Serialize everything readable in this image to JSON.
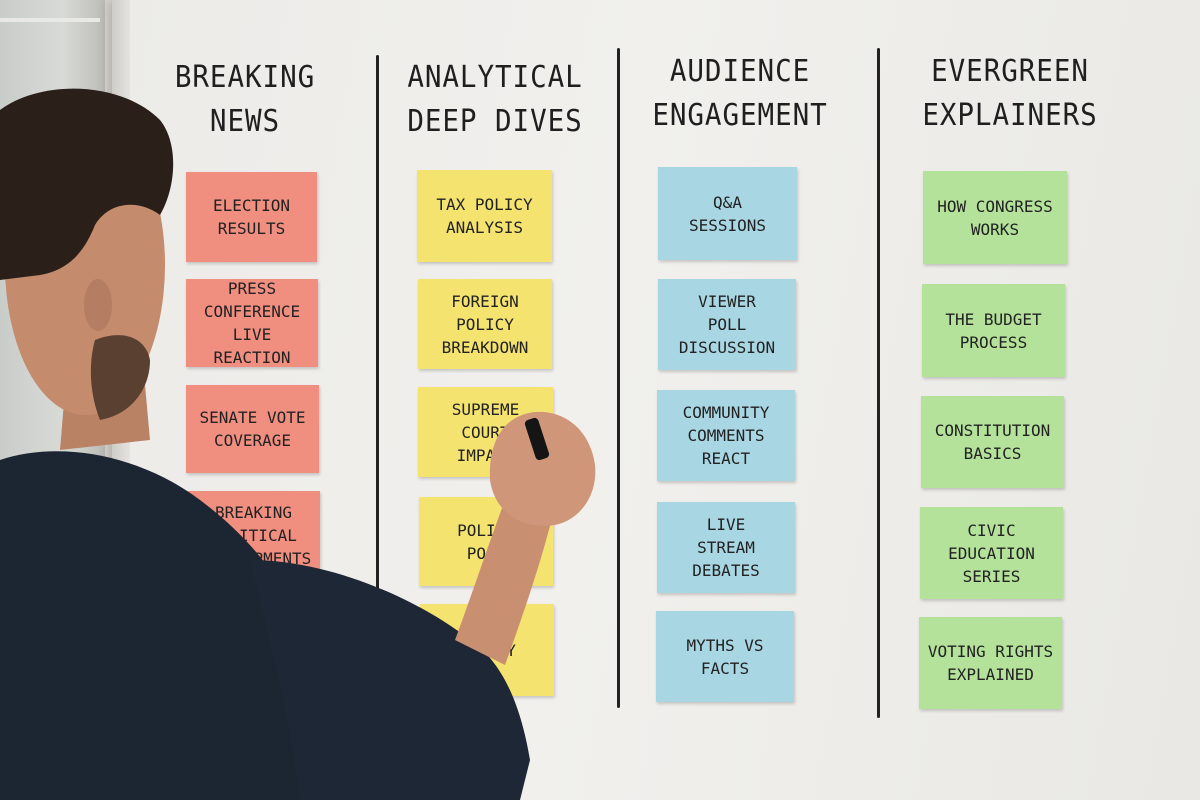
{
  "columns": [
    {
      "title_line1": "BREAKING",
      "title_line2": "NEWS",
      "notes": [
        "ELECTION\nRESULTS",
        "PRESS\nCONFERENCE\nLIVE REACTION",
        "SENATE VOTE\nCOVERAGE",
        "BREAKING\nPOLITICAL\nDEVELOPMENTS"
      ]
    },
    {
      "title_line1": "ANALYTICAL",
      "title_line2": "DEEP DIVES",
      "notes": [
        "TAX POLICY\nANALYSIS",
        "FOREIGN POLICY\nBREAKDOWN",
        "SUPREME COURT\nIMPACT",
        "POLICY\nPOLL",
        "POLICY"
      ]
    },
    {
      "title_line1": "AUDIENCE",
      "title_line2": "ENGAGEMENT",
      "notes": [
        "Q&A\nSESSIONS",
        "VIEWER\nPOLL\nDISCUSSION",
        "COMMUNITY\nCOMMENTS\nREACT",
        "LIVE\nSTREAM\nDEBATES",
        "MYTHS VS\nFACTS"
      ]
    },
    {
      "title_line1": "EVERGREEN",
      "title_line2": "EXPLAINERS",
      "notes": [
        "HOW CONGRESS\nWORKS",
        "THE BUDGET\nPROCESS",
        "CONSTITUTION\nBASICS",
        "CIVIC\nEDUCATION\nSERIES",
        "VOTING RIGHTS\nEXPLAINED"
      ]
    }
  ],
  "colors": {
    "breaking": "#f08e80",
    "analytical": "#f5e370",
    "audience": "#a9d6e3",
    "evergreen": "#b4e29a"
  }
}
